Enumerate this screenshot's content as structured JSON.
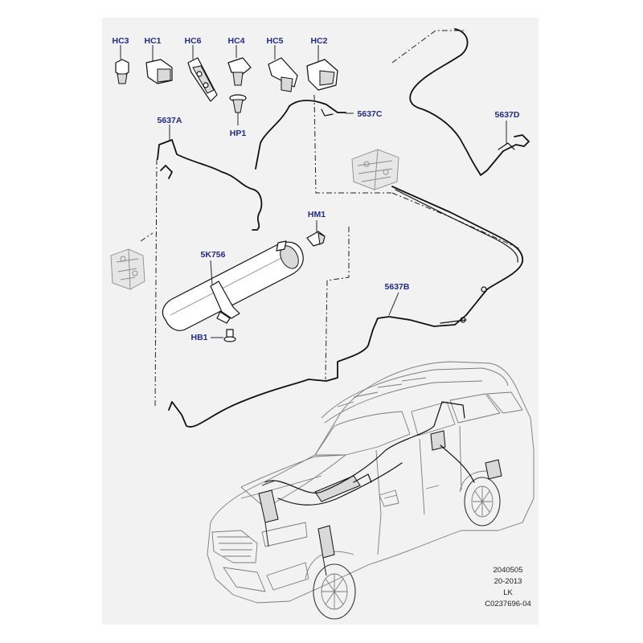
{
  "callouts": {
    "hc3": "HC3",
    "hc1": "HC1",
    "hc6": "HC6",
    "hc4": "HC4",
    "hc5": "HC5",
    "hc2": "HC2",
    "hp1": "HP1",
    "p5637a": "5637A",
    "p5637c": "5637C",
    "p5637d": "5637D",
    "hm1": "HM1",
    "p5k756": "5K756",
    "p5637b": "5637B",
    "hb1": "HB1"
  },
  "reference": {
    "line1": "2040505",
    "line2": "20-2013",
    "line3": "LK",
    "line4": "C0237696-04"
  }
}
